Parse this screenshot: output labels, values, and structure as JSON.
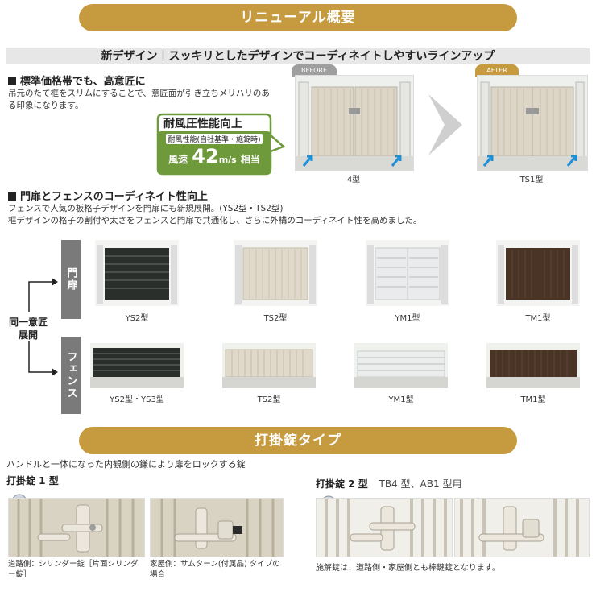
{
  "section1": {
    "title": "リニューアル概要",
    "subtitle": "新デザイン｜スッキリとしたデザインでコーディネイトしやすいラインアップ"
  },
  "heading1": "標準価格帯でも、高意匠に",
  "desc1": "吊元のたて框をスリムにすることで、意匠面が引き立ちメリハリのある印象になります。",
  "wind": {
    "title": "耐風圧性能向上",
    "sub": "耐風性能(自社基準・施錠時)",
    "prefix": "風速",
    "value": "42",
    "unit": "m/s",
    "suffix": "相当"
  },
  "before": {
    "badge": "BEFORE",
    "caption": "4型"
  },
  "after": {
    "badge": "AFTER",
    "caption": "TS1型"
  },
  "heading2": "門扉とフェンスのコーディネイト性向上",
  "desc2a": "フェンスで人気の板格子デザインを門扉にも新規展開。(YS2型・TS2型)",
  "desc2b": "框デザインの格子の割付や太さをフェンスと門扉で共通化し、さらに外構のコーディネイト性を高めました。",
  "side_label": [
    "同一意匠",
    "展開"
  ],
  "tab_gate": "門扉",
  "tab_fence": "フェンス",
  "gates": [
    {
      "caption": "YS2型",
      "color": "#2b2f2c"
    },
    {
      "caption": "TS2型",
      "color": "#e0d9cb"
    },
    {
      "caption": "YM1型",
      "color": "#e9ebec"
    },
    {
      "caption": "TM1型",
      "color": "#4a3426"
    }
  ],
  "fences": [
    {
      "caption": "YS2型・YS3型",
      "color": "#2b2f2c"
    },
    {
      "caption": "TS2型",
      "color": "#e0d9cb"
    },
    {
      "caption": "YM1型",
      "color": "#eceeee"
    },
    {
      "caption": "TM1型",
      "color": "#4a3426"
    }
  ],
  "section2": {
    "title": "打掛錠タイプ"
  },
  "lock_desc": "ハンドルと一体になった内観側の鎌により扉をロックする錠",
  "lock1": {
    "title": "打掛錠 1 型",
    "cap_a": "道路側：シリンダー錠［片面シリンダー錠］",
    "cap_b": "家屋側：サムターン(付属品) タイプの場合"
  },
  "lock2": {
    "title": "打掛錠 2 型",
    "models": "TB4 型、AB1 型用",
    "cap": "施解錠は、道路側・家屋側とも棒鍵錠となります。"
  },
  "colors": {
    "gold": "#c69a3f",
    "green": "#6f9a3c",
    "arrow": "#1f8fd6"
  }
}
